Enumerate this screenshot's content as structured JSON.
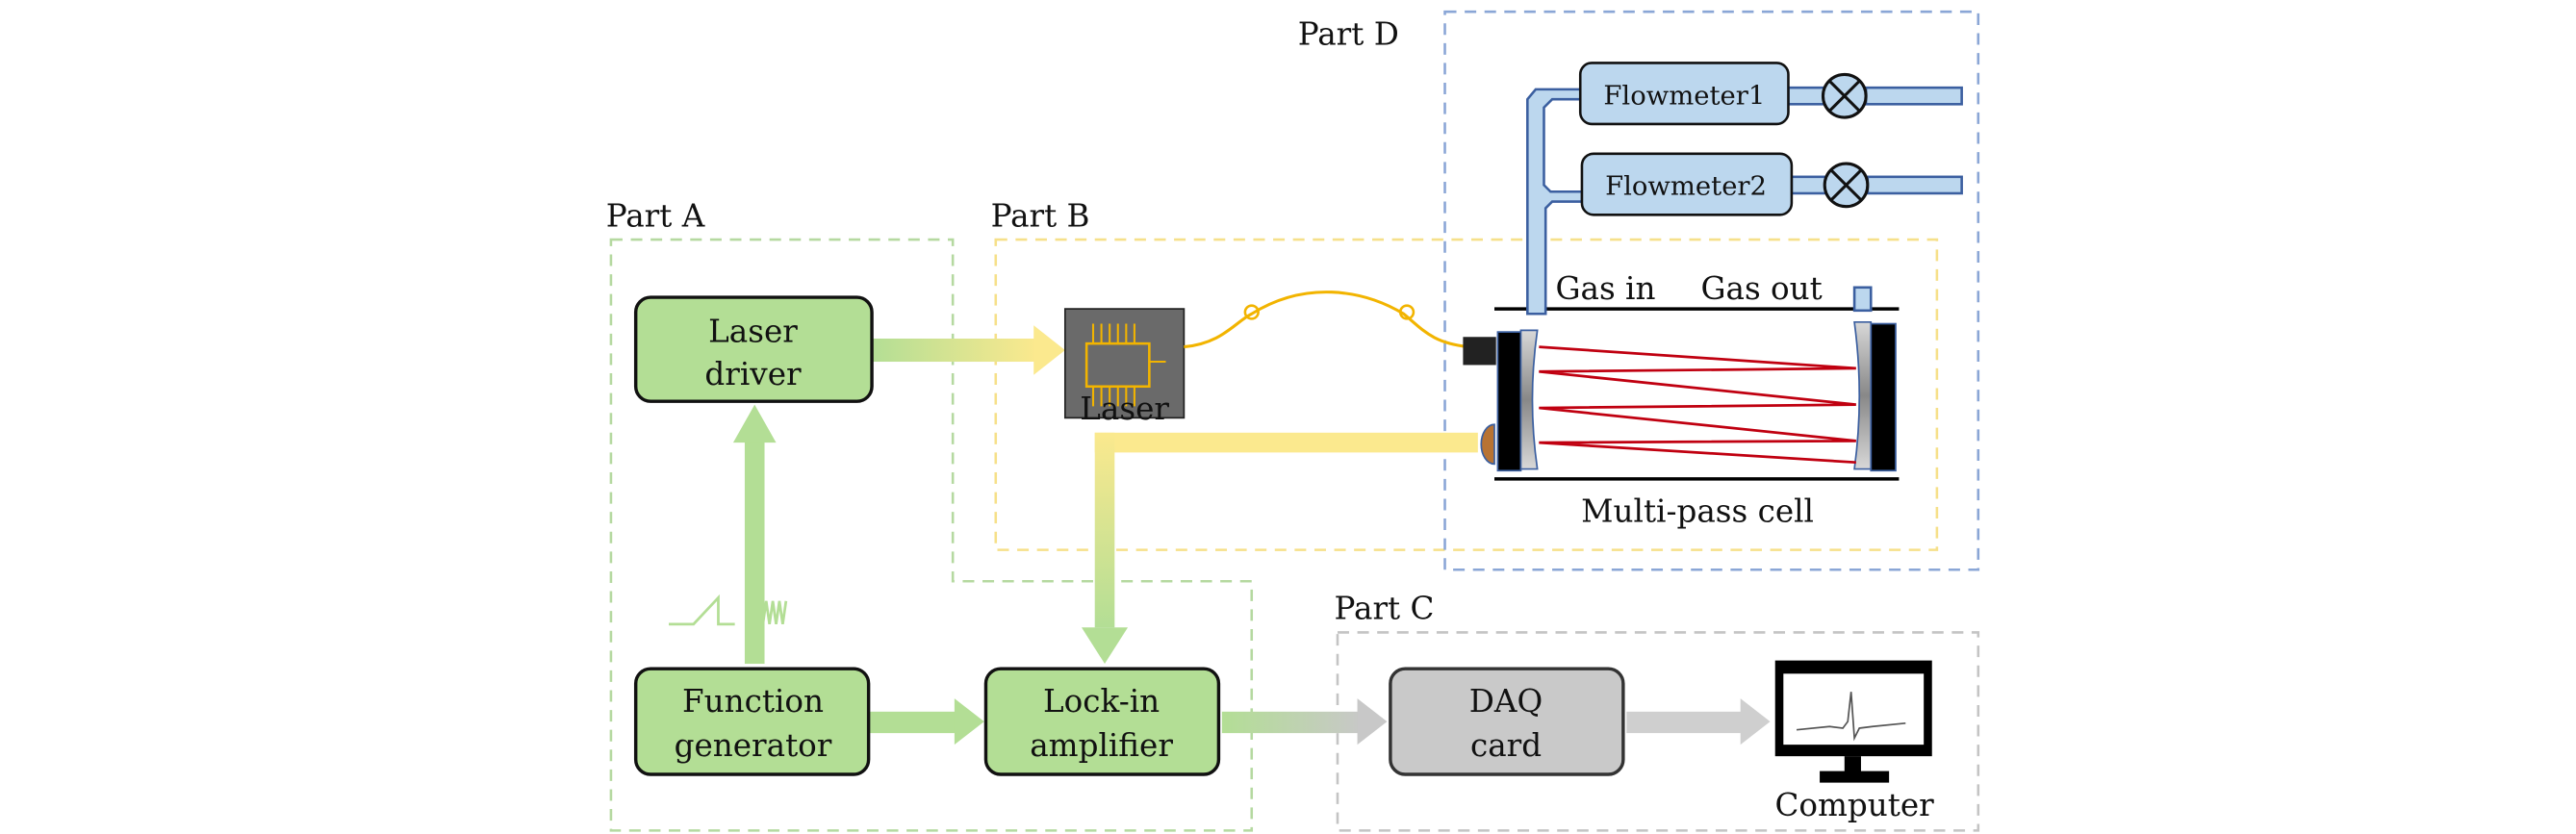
{
  "parts": {
    "a": "Part A",
    "b": "Part B",
    "c": "Part C",
    "d": "Part D"
  },
  "blocks": {
    "laser_driver": [
      "Laser",
      "driver"
    ],
    "function_generator": [
      "Function",
      "generator"
    ],
    "lock_in": [
      "Lock-in",
      "amplifier"
    ],
    "daq": [
      "DAQ",
      "card"
    ]
  },
  "labels": {
    "laser": "Laser",
    "computer": "Computer",
    "gas_in": "Gas in",
    "gas_out": "Gas out",
    "cell": "Multi-pass cell",
    "flowmeter1": "Flowmeter1",
    "flowmeter2": "Flowmeter2"
  },
  "colors": {
    "green_block": "#b3de95",
    "gray_block": "#c9c9c9",
    "flow_blue": "#bcd7ee",
    "pipe_edge": "#3b5fa0",
    "part_a": "#b5d9a0",
    "part_b": "#f6e08a",
    "part_c": "#c4c4c4",
    "part_d": "#8aa6d6",
    "beam": "#c00010",
    "fiber": "#f2b400"
  }
}
